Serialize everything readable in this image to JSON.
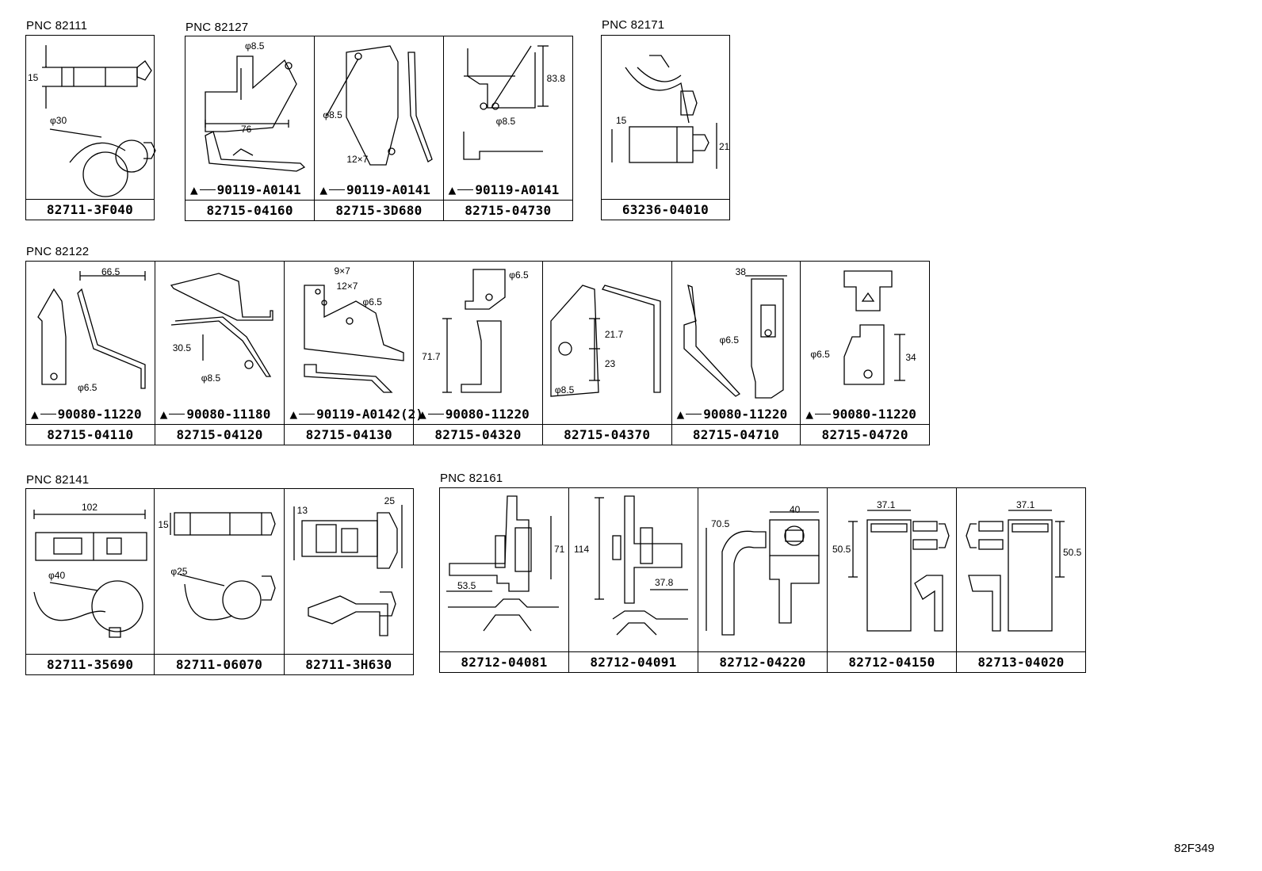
{
  "groups": [
    {
      "pnc": "PNC 82111",
      "cells": [
        {
          "part": "82711-3F040",
          "bolt": "",
          "dims": [
            "15",
            "φ30"
          ]
        }
      ]
    },
    {
      "pnc": "PNC 82127",
      "cells": [
        {
          "part": "82715-04160",
          "bolt": "90119-A0141",
          "dims": [
            "φ8.5",
            "76"
          ]
        },
        {
          "part": "82715-3D680",
          "bolt": "90119-A0141",
          "dims": [
            "φ8.5",
            "12×7"
          ]
        },
        {
          "part": "82715-04730",
          "bolt": "90119-A0141",
          "dims": [
            "83.8",
            "φ8.5"
          ]
        }
      ]
    },
    {
      "pnc": "PNC 82171",
      "cells": [
        {
          "part": "63236-04010",
          "bolt": "",
          "dims": [
            "15",
            "21"
          ]
        }
      ]
    },
    {
      "pnc": "PNC 82122",
      "cells": [
        {
          "part": "82715-04110",
          "bolt": "90080-11220",
          "dims": [
            "66.5",
            "φ6.5"
          ]
        },
        {
          "part": "82715-04120",
          "bolt": "90080-11180",
          "dims": [
            "30.5",
            "φ8.5"
          ]
        },
        {
          "part": "82715-04130",
          "bolt": "90119-A0142(2)",
          "dims": [
            "9×7",
            "12×7",
            "φ6.5"
          ]
        },
        {
          "part": "82715-04320",
          "bolt": "90080-11220",
          "dims": [
            "φ6.5",
            "71.7"
          ]
        },
        {
          "part": "82715-04370",
          "bolt": "",
          "dims": [
            "21.7",
            "23",
            "φ8.5"
          ]
        },
        {
          "part": "82715-04710",
          "bolt": "90080-11220",
          "dims": [
            "38",
            "φ6.5"
          ]
        },
        {
          "part": "82715-04720",
          "bolt": "90080-11220",
          "dims": [
            "φ6.5",
            "34"
          ]
        }
      ]
    },
    {
      "pnc": "PNC 82141",
      "cells": [
        {
          "part": "82711-35690",
          "bolt": "",
          "dims": [
            "102",
            "φ40"
          ]
        },
        {
          "part": "82711-06070",
          "bolt": "",
          "dims": [
            "15",
            "φ25"
          ]
        },
        {
          "part": "82711-3H630",
          "bolt": "",
          "dims": [
            "13",
            "25"
          ]
        }
      ]
    },
    {
      "pnc": "PNC 82161",
      "cells": [
        {
          "part": "82712-04081",
          "bolt": "",
          "dims": [
            "71",
            "53.5"
          ]
        },
        {
          "part": "82712-04091",
          "bolt": "",
          "dims": [
            "114",
            "37.8"
          ]
        },
        {
          "part": "82712-04220",
          "bolt": "",
          "dims": [
            "70.5",
            "40"
          ]
        },
        {
          "part": "82712-04150",
          "bolt": "",
          "dims": [
            "37.1",
            "50.5"
          ]
        },
        {
          "part": "82713-04020",
          "bolt": "",
          "dims": [
            "37.1",
            "50.5"
          ]
        }
      ]
    }
  ],
  "footer": "82F349"
}
